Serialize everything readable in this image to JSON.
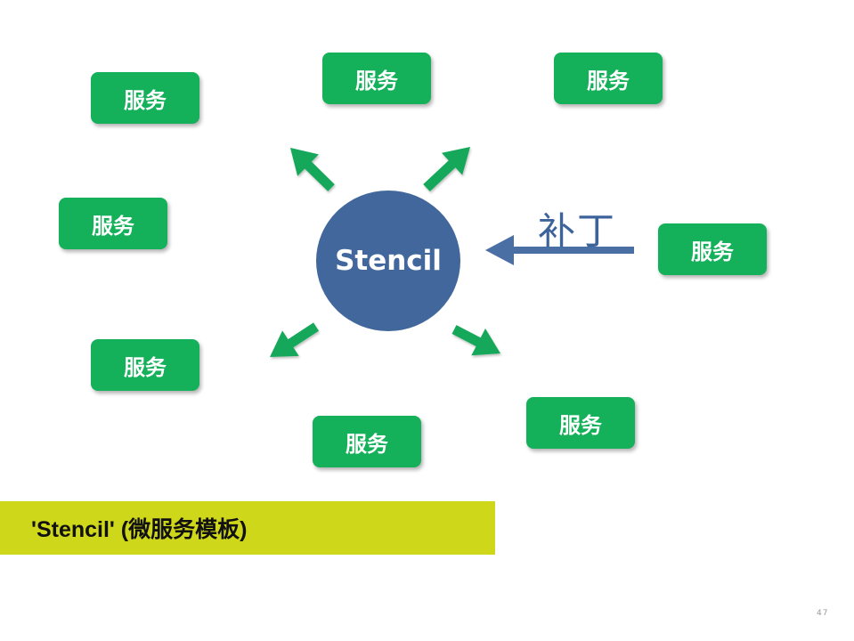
{
  "diagram": {
    "hub_label": "Stencil",
    "patch_label": "补丁",
    "services": [
      {
        "label": "服务"
      },
      {
        "label": "服务"
      },
      {
        "label": "服务"
      },
      {
        "label": "服务"
      },
      {
        "label": "服务"
      },
      {
        "label": "服务"
      },
      {
        "label": "服务"
      },
      {
        "label": "服务"
      }
    ]
  },
  "caption": "'Stencil' (微服务模板)",
  "page_number": "47",
  "colors": {
    "service_green": "#14b05a",
    "arrow_green": "#16a85a",
    "hub_blue": "#41679c",
    "patch_arrow_blue": "#4a6fa5",
    "caption_yellow": "#cfd71a"
  }
}
